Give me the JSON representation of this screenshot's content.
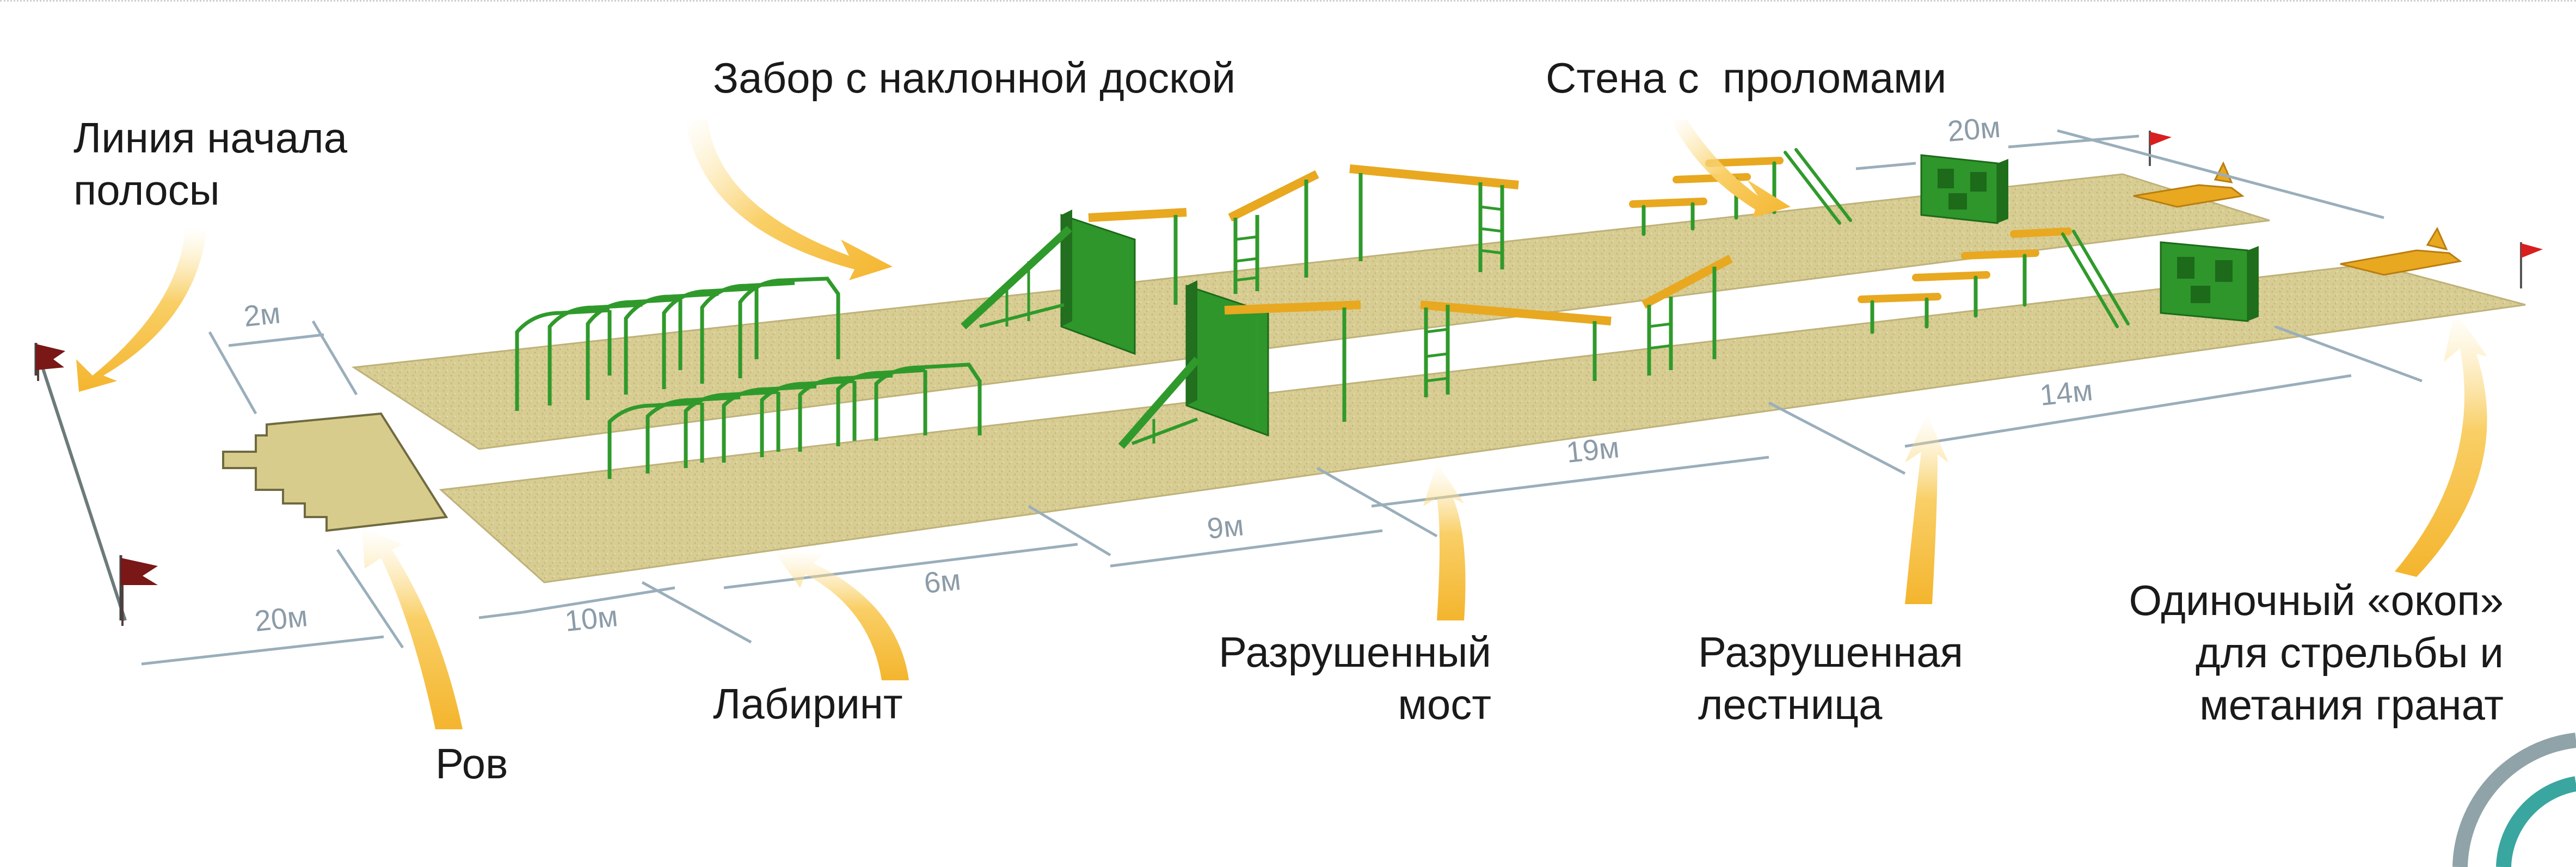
{
  "labels": {
    "start_line": "Линия начала\nполосы",
    "fence": "Забор с наклонной доской",
    "wall": "Стена с  проломами",
    "ditch": "Ров",
    "maze": "Лабиринт",
    "bridge": "Разрушенный\nмост",
    "ladder": "Разрушенная\nлестница",
    "trench": "Одиночный «окоп»\nдля стрельбы и\nметания гранат"
  },
  "dimensions": {
    "d2": "2м",
    "d20_left": "20м",
    "d10": "10м",
    "d6": "6м",
    "d9": "9м",
    "d19": "19м",
    "d14": "14м",
    "d20_top": "20м"
  },
  "colors": {
    "sand": "#d9cf96",
    "sand_dark": "#c9bd7d",
    "green": "#2f9a2b",
    "green_dark": "#1f6e1c",
    "beam": "#e8a820",
    "arrow": "#f7c34a",
    "dim_line": "#9aaebb",
    "flag": "#8b1a1a",
    "flag_red": "#d81e1e"
  }
}
